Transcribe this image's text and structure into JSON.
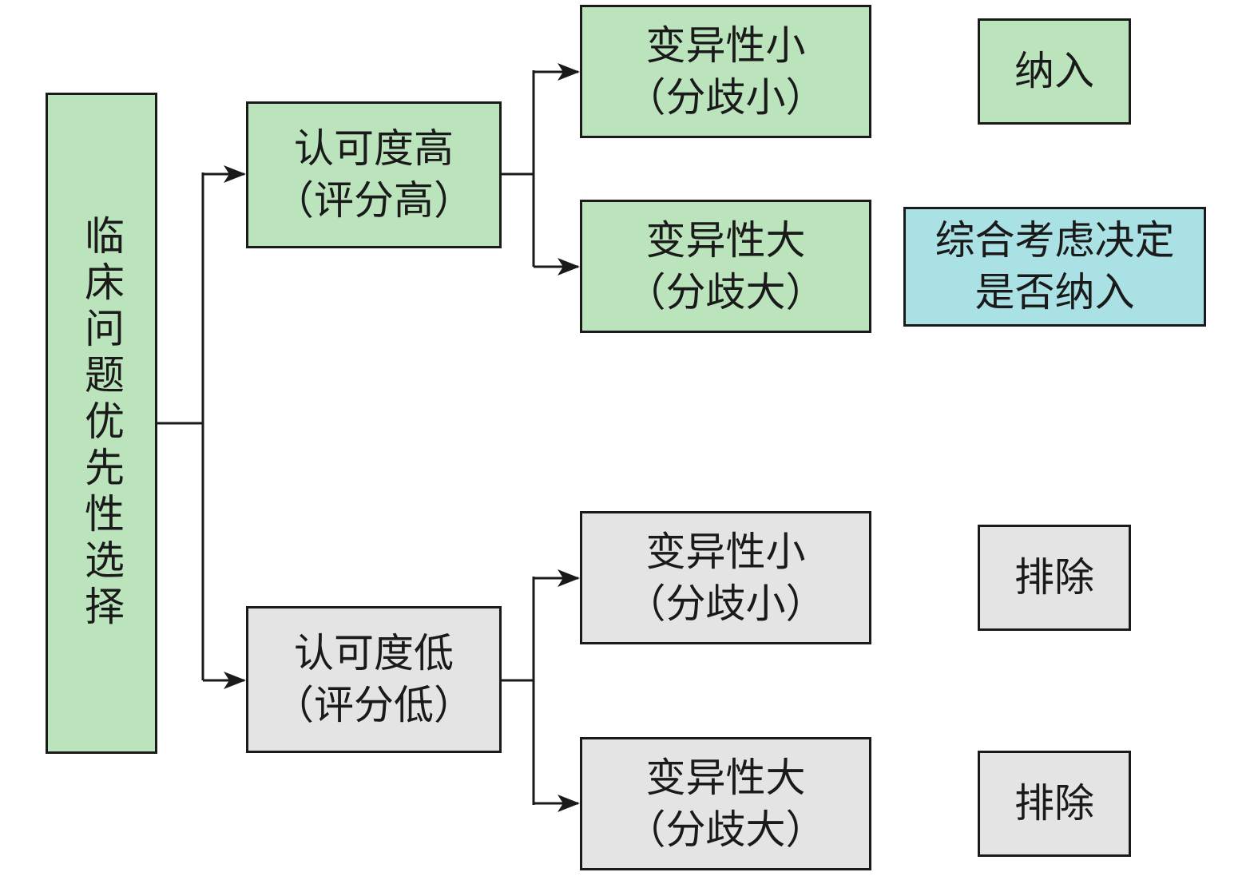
{
  "root": {
    "label": "临床问题优先性选择"
  },
  "level1": [
    {
      "line1": "认可度高",
      "line2": "（评分高）"
    },
    {
      "line1": "认可度低",
      "line2": "（评分低）"
    }
  ],
  "level2": [
    {
      "line1": "变异性小",
      "line2": "（分歧小）"
    },
    {
      "line1": "变异性大",
      "line2": "（分歧大）"
    },
    {
      "line1": "变异性小",
      "line2": "（分歧小）"
    },
    {
      "line1": "变异性大",
      "line2": "（分歧大）"
    }
  ],
  "outcomes": [
    {
      "line1": "纳入",
      "line2": ""
    },
    {
      "line1": "综合考虑决定",
      "line2": "是否纳入"
    },
    {
      "line1": "排除",
      "line2": ""
    },
    {
      "line1": "排除",
      "line2": ""
    }
  ],
  "colors": {
    "green": "#bbe4bd",
    "gray": "#e4e4e4",
    "cyan": "#a9e1e4",
    "stroke": "#1a1a1a"
  }
}
